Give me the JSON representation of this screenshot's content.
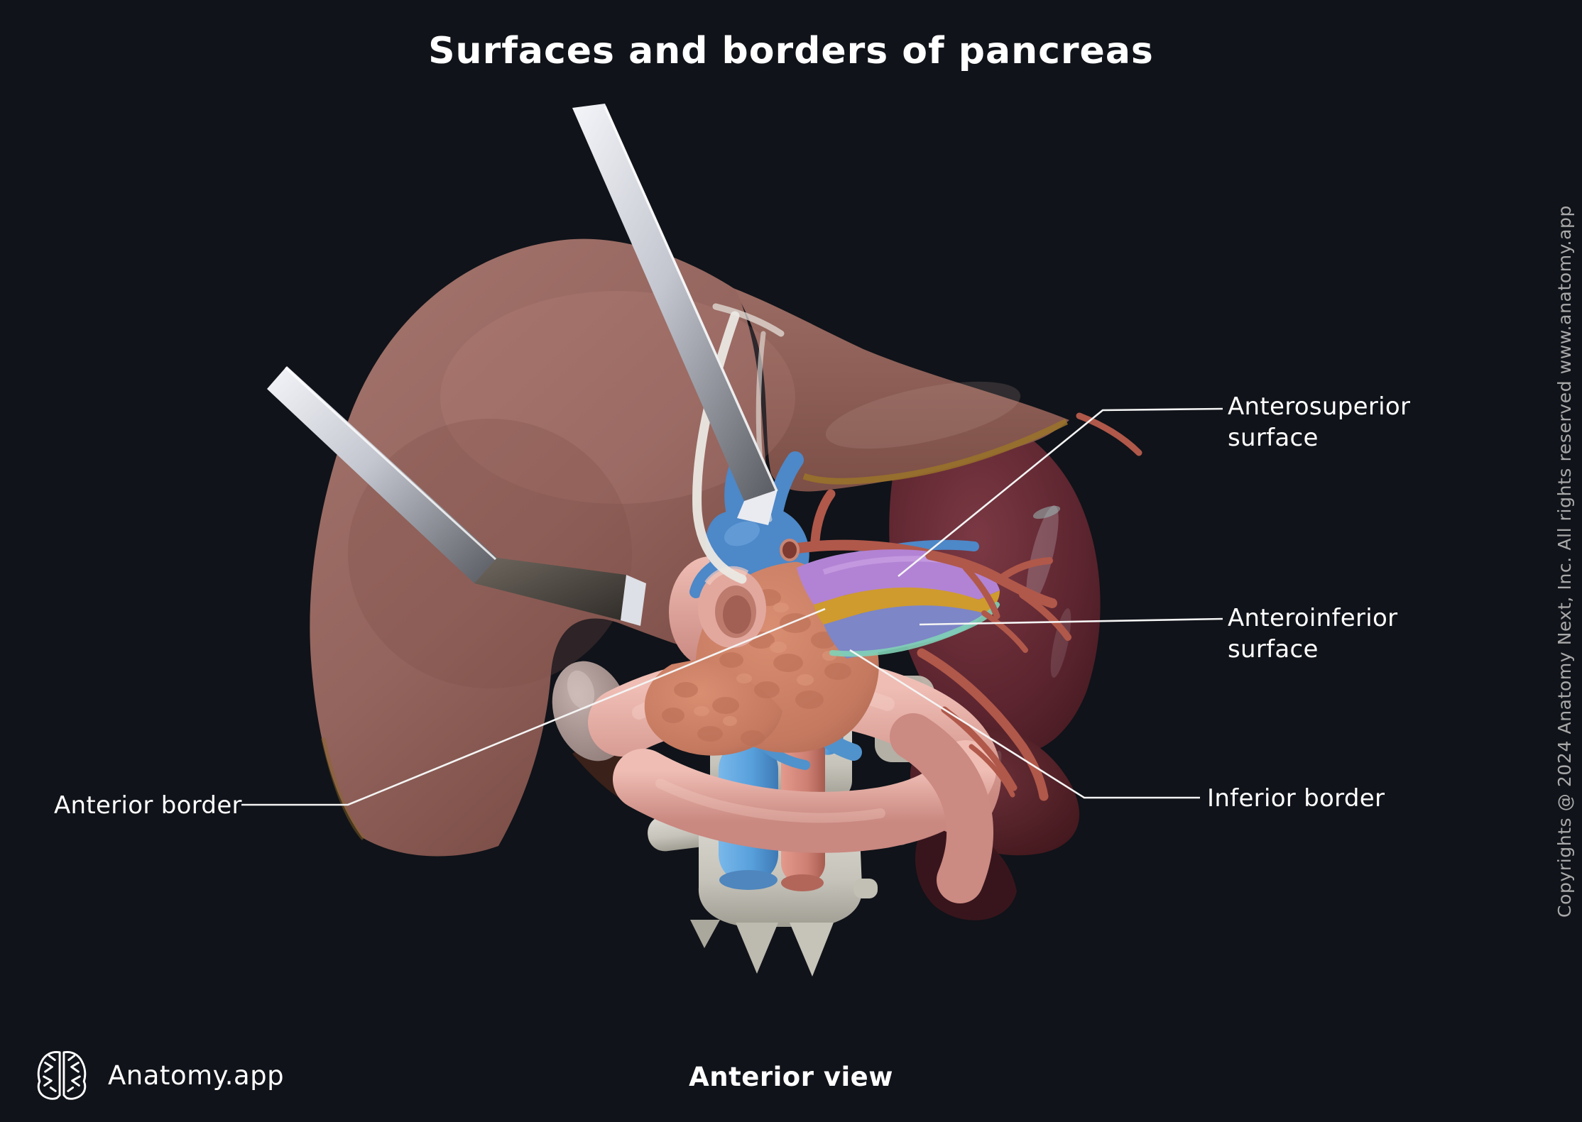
{
  "title": "Surfaces and borders of pancreas",
  "caption": "Anterior view",
  "brand": {
    "name": "Anatomy.app"
  },
  "copyright": "Copyrights @ 2024 Anatomy Next, Inc. All rights reserved www.anatomy.app",
  "labels": {
    "anterosuperior": "Anterosuperior surface",
    "anteroinferior": "Anteroinferior surface",
    "anterior_border": "Anterior border",
    "inferior_border": "Inferior border"
  },
  "colors": {
    "background": "#101319",
    "label_text": "#ffffff",
    "leader_line": "#f4f4f4",
    "copyright_text": "#a9a9a9",
    "anterosuperior_surface": "#b283d4",
    "anterior_border_highlight": "#cf9b2e",
    "anteroinferior_surface": "#7d86c6",
    "inferior_border_highlight": "#7fd2b6"
  }
}
